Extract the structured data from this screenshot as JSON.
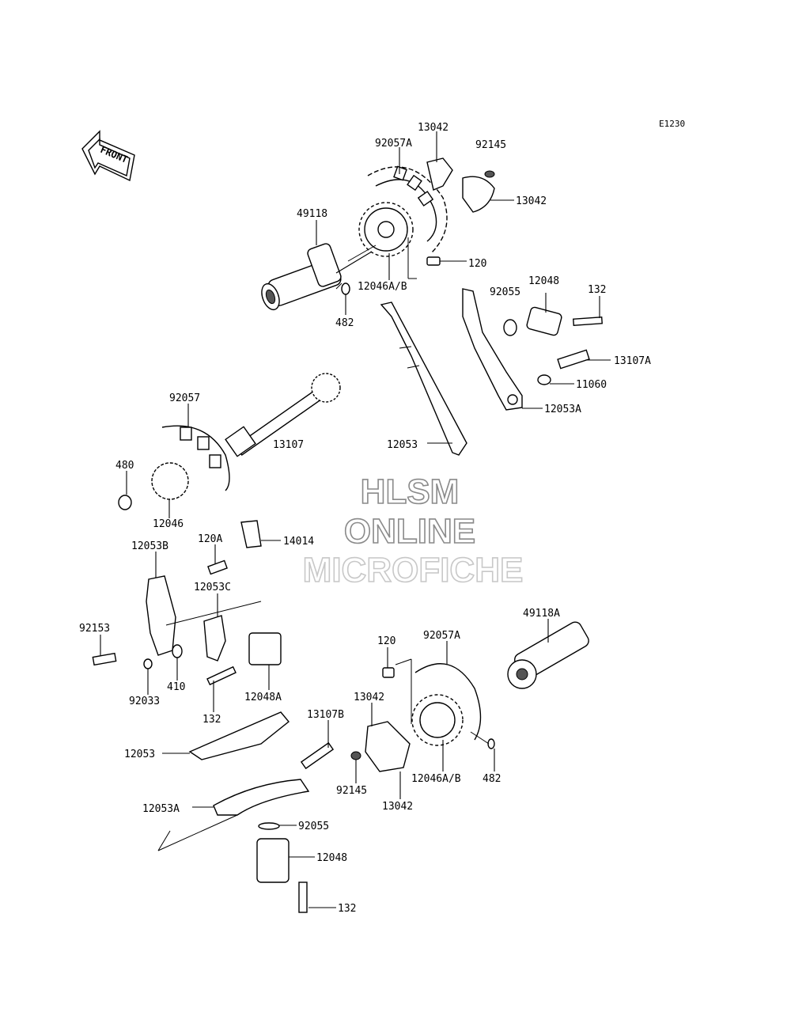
{
  "diagram_code": "E1230",
  "front_label": "FRONT",
  "watermark": {
    "line1": "HLSM",
    "line2": "ONLINE",
    "line3": "MICROFICHE"
  },
  "callouts": {
    "c13042_top": "13042",
    "c92057a_top": "92057A",
    "c92145_top": "92145",
    "c13042_right": "13042",
    "c49118": "49118",
    "c120_top": "120",
    "c12046ab_top": "12046A/B",
    "c482_top": "482",
    "c92055_top": "92055",
    "c12048_top": "12048",
    "c132_top": "132",
    "c13107a": "13107A",
    "c11060": "11060",
    "c12053a_top": "12053A",
    "c92057": "92057",
    "c13107": "13107",
    "c12053_top": "12053",
    "c480": "480",
    "c12046": "12046",
    "c120a": "120A",
    "c14014": "14014",
    "c12053b": "12053B",
    "c12053c": "12053C",
    "c92153": "92153",
    "c410": "410",
    "c92033": "92033",
    "c120_bottom": "120",
    "c92057a_bottom": "92057A",
    "c49118a": "49118A",
    "c12048a": "12048A",
    "c132_mid": "132",
    "c13042_mid": "13042",
    "c13107b": "13107B",
    "c12053_bottom": "12053",
    "c92145_bottom": "92145",
    "c13042_bottom": "13042",
    "c12046ab_bottom": "12046A/B",
    "c482_bottom": "482",
    "c12053a_bottom": "12053A",
    "c92055_bottom": "92055",
    "c12048_bottom": "12048",
    "c132_bottom": "132"
  }
}
